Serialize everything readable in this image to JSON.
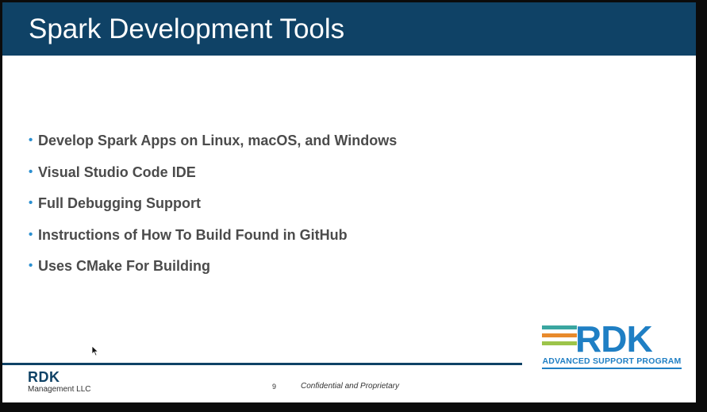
{
  "slide": {
    "title": "Spark Development Tools",
    "bullets": [
      "Develop Spark Apps on Linux, macOS, and Windows",
      "Visual Studio Code IDE",
      "Full Debugging Support",
      "Instructions of How To Build Found in GitHub",
      "Uses CMake For Building"
    ],
    "bullet_glyph": "•"
  },
  "footer": {
    "logo_text": "RDK",
    "company": "Management LLC",
    "page_number": "9",
    "confidential": "Confidential and Proprietary"
  },
  "brand_logo": {
    "text": "RDK",
    "subtitle": "ADVANCED SUPPORT PROGRAM",
    "bar_colors": [
      "#3aa6a0",
      "#e88a2c",
      "#9cc44a"
    ]
  },
  "colors": {
    "title_bar": "#0f4266",
    "bullet_text": "#4b4b4b",
    "bullet_dot": "#2b8fd0",
    "brand_blue": "#1f7fc4"
  }
}
